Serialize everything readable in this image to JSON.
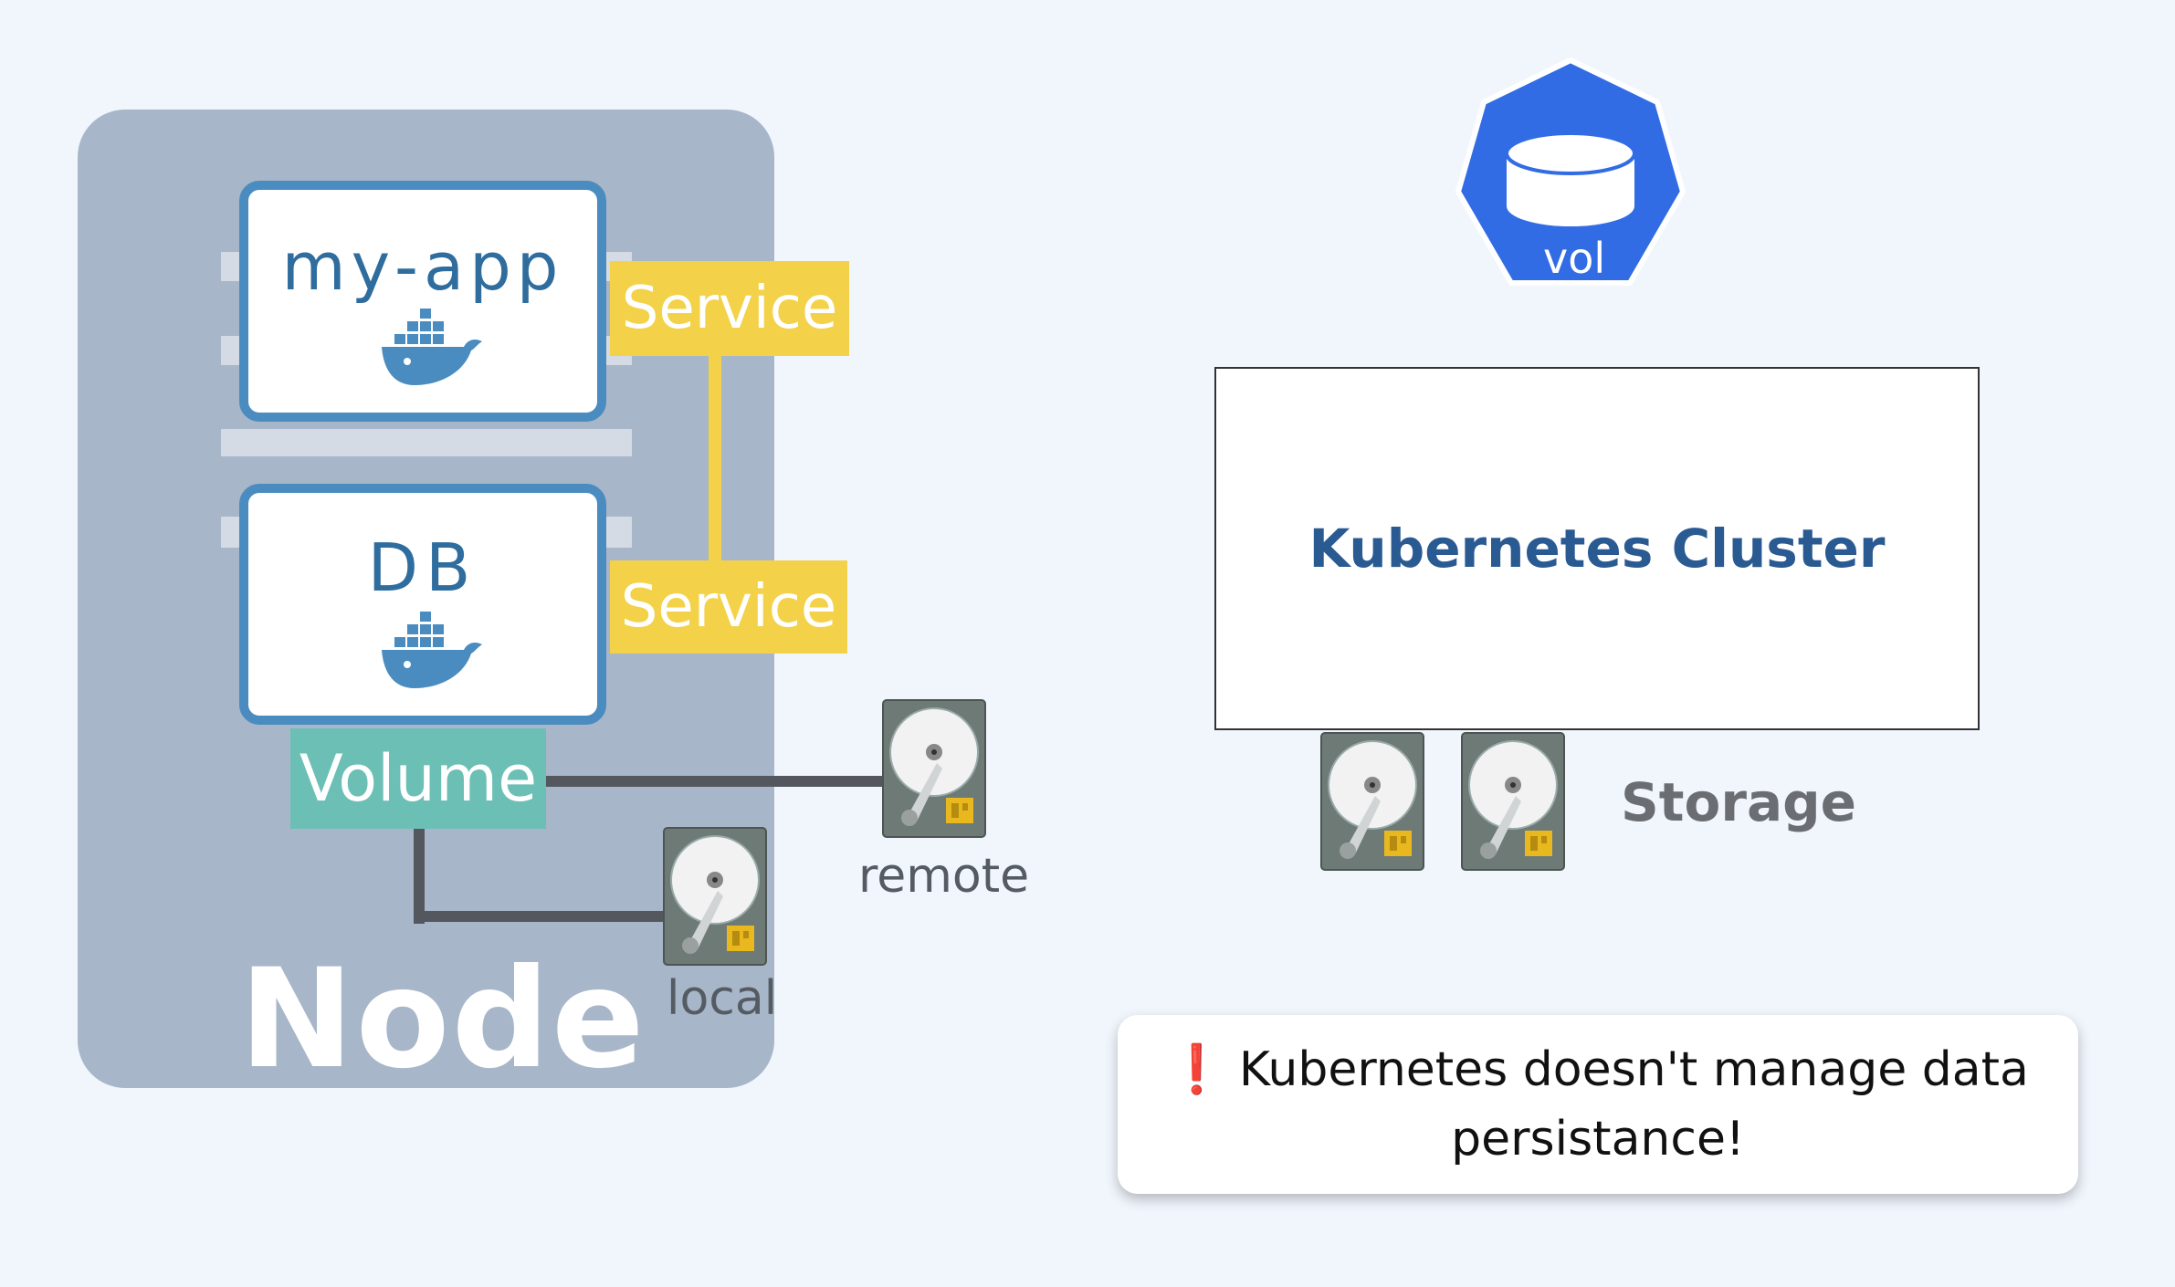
{
  "node": {
    "label": "Node",
    "pods": [
      {
        "title": "my-app",
        "service_label": "Service"
      },
      {
        "title": "DB",
        "service_label": "Service"
      }
    ],
    "volume_label": "Volume"
  },
  "storage_disks": {
    "remote_label": "remote",
    "local_label": "local"
  },
  "volume_badge": {
    "label": "vol"
  },
  "cluster": {
    "title": "Kubernetes Cluster"
  },
  "storage": {
    "label": "Storage"
  },
  "warning": {
    "icon": "❗",
    "text": "Kubernetes doesn't manage data persistance!"
  },
  "colors": {
    "background": "#f1f6fd",
    "node_panel": "#a8b6c9",
    "pod_border": "#4a8cbf",
    "service": "#f3d24a",
    "volume": "#6bbfb5",
    "k8s_blue": "#326ce5",
    "cluster_title": "#2a5a92"
  }
}
